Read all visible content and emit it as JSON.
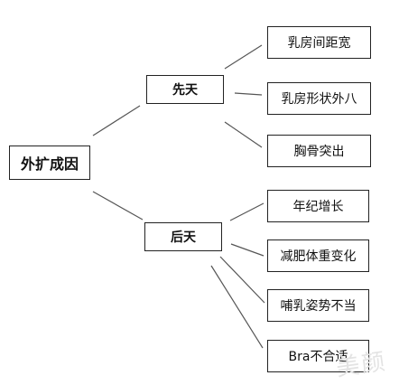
{
  "root": {
    "label": "外扩成因"
  },
  "branches": [
    {
      "label": "先天",
      "children": [
        "乳房间距宽",
        "乳房形状外八",
        "胸骨突出"
      ]
    },
    {
      "label": "后天",
      "children": [
        "年纪增长",
        "减肥体重变化",
        "哺乳姿势不当",
        "Bra不合适"
      ]
    }
  ],
  "watermark": "美颜",
  "colors": {
    "line": "#555555",
    "border": "#222222",
    "background": "#ffffff"
  }
}
